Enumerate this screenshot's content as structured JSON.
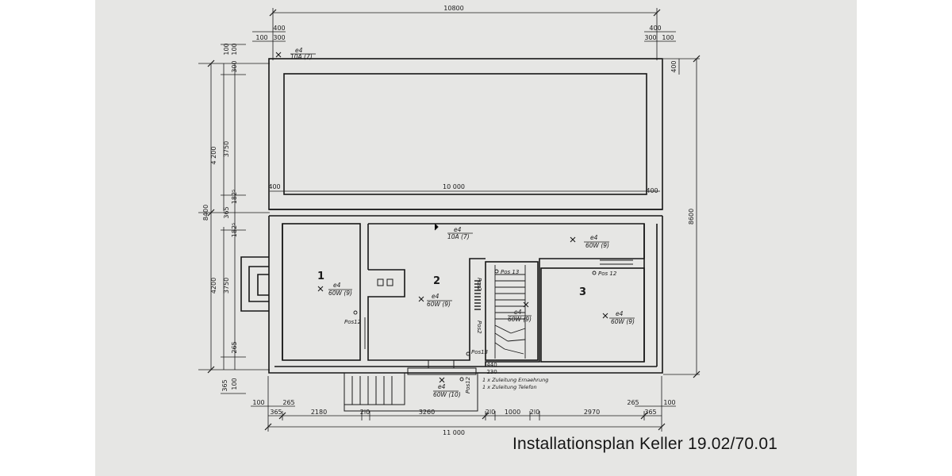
{
  "caption": "Installationsplan Keller 19.02/70.01",
  "dimensions": {
    "top_total": "10800",
    "top_left_400": "400",
    "top_left_100": "100",
    "top_left_300": "300",
    "top_right_400": "400",
    "top_right_300": "300",
    "top_right_100": "100",
    "inner_width": "10 000",
    "inner_left_400": "400",
    "inner_right_400": "400",
    "left_4200_top": "4 200",
    "left_3750_top": "3750",
    "left_8400": "8400",
    "left_365": "365",
    "left_4200_bottom": "4200",
    "left_3750_bottom": "3750",
    "left_265": "265",
    "left_365_bottom": "365",
    "left_100_a": "100",
    "left_100_b": "100",
    "left_300": "300",
    "left_182_top": "182⁵",
    "left_182_bottom": "182⁵",
    "left_100_bottom": "100",
    "right_total": "8600",
    "right_400": "400",
    "bottom_total": "11 000",
    "bottom_100_left": "100",
    "bottom_265_left": "265",
    "bottom_365_left": "365",
    "bottom_2180": "2180",
    "bottom_2l0_a": "2l0",
    "bottom_3260": "3260",
    "bottom_2l0_b": "2l0",
    "bottom_1000": "1000",
    "bottom_2l0_c": "2l0",
    "bottom_2970": "2970",
    "bottom_265_right": "265",
    "bottom_365_right": "365",
    "bottom_100_right": "100",
    "small_440": "440",
    "small_230": "230"
  },
  "rooms": [
    {
      "number": "1"
    },
    {
      "number": "2"
    },
    {
      "number": "3"
    }
  ],
  "fixtures": {
    "top_socket": {
      "label": "e4",
      "sub": "10A (7)"
    },
    "hall_socket": {
      "label": "e4",
      "sub": "10A (7)"
    },
    "hall_light": {
      "label": "e4",
      "sub": "60W (9)"
    },
    "room1_light": {
      "label": "e4",
      "sub": "60W (9)"
    },
    "room2_light": {
      "label": "e4",
      "sub": "60W (9)"
    },
    "room3_light": {
      "label": "e4",
      "sub": "60W (9)"
    },
    "stair_light": {
      "label": "e4",
      "sub": "60W (9)"
    },
    "entry_light": {
      "label": "e4",
      "sub": "60W (10)"
    }
  },
  "switch_labels": {
    "pos12_room1": "Pos12",
    "pos12_room3": "Pos 12",
    "pos13_stair": "Pos 13",
    "pos13_bottom": "Pos13",
    "pos12_entry": "Pos12",
    "pos2_a": "Pos2",
    "pos2_b": "Pos2"
  },
  "notes": {
    "line1": "1 x  Zuleitung Ernaehrung",
    "line2": "1 x  Zuleitung Telefon"
  }
}
